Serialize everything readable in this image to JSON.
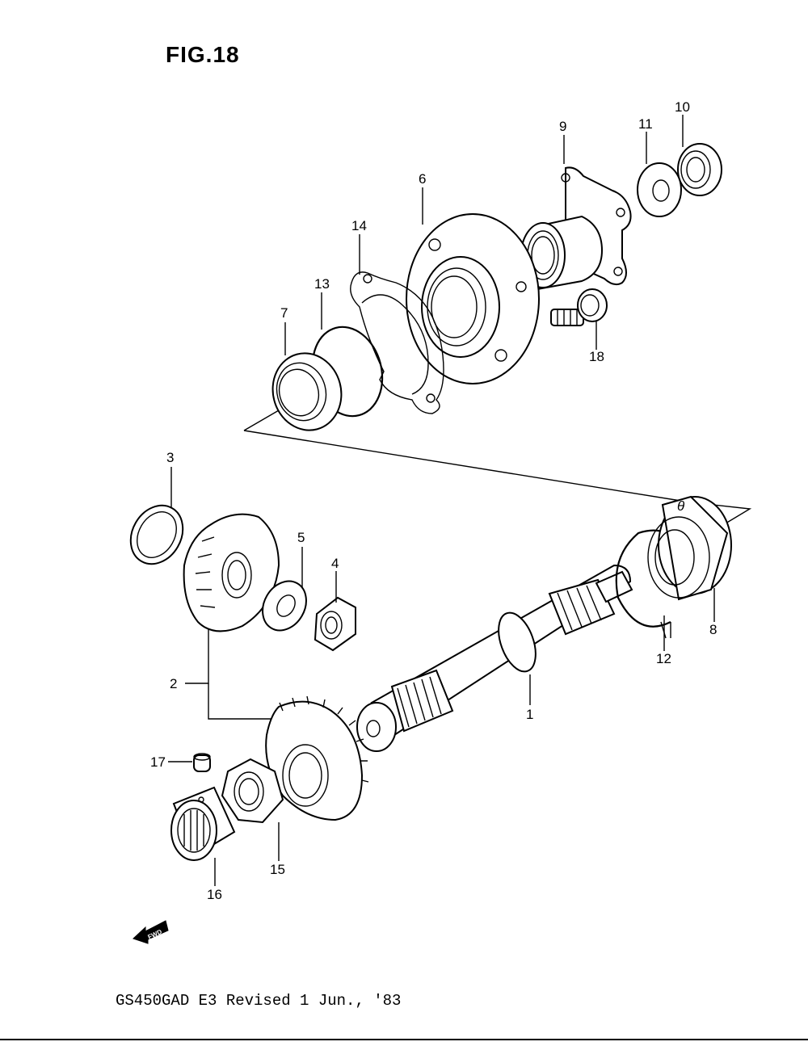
{
  "figure": {
    "title": "FIG.18",
    "footer": "GS450GAD E3  Revised 1 Jun., '83",
    "fwd_label": "FWD"
  },
  "callouts": [
    {
      "id": "1",
      "text": "1"
    },
    {
      "id": "2",
      "text": "2"
    },
    {
      "id": "3",
      "text": "3"
    },
    {
      "id": "4",
      "text": "4"
    },
    {
      "id": "5",
      "text": "5"
    },
    {
      "id": "6",
      "text": "6"
    },
    {
      "id": "7",
      "text": "7"
    },
    {
      "id": "8",
      "text": "8"
    },
    {
      "id": "9",
      "text": "9"
    },
    {
      "id": "10",
      "text": "10"
    },
    {
      "id": "11",
      "text": "11"
    },
    {
      "id": "12",
      "text": "12"
    },
    {
      "id": "13",
      "text": "13"
    },
    {
      "id": "14",
      "text": "14"
    },
    {
      "id": "15",
      "text": "15"
    },
    {
      "id": "16",
      "text": "16"
    },
    {
      "id": "17",
      "text": "17"
    },
    {
      "id": "18",
      "text": "18"
    }
  ]
}
